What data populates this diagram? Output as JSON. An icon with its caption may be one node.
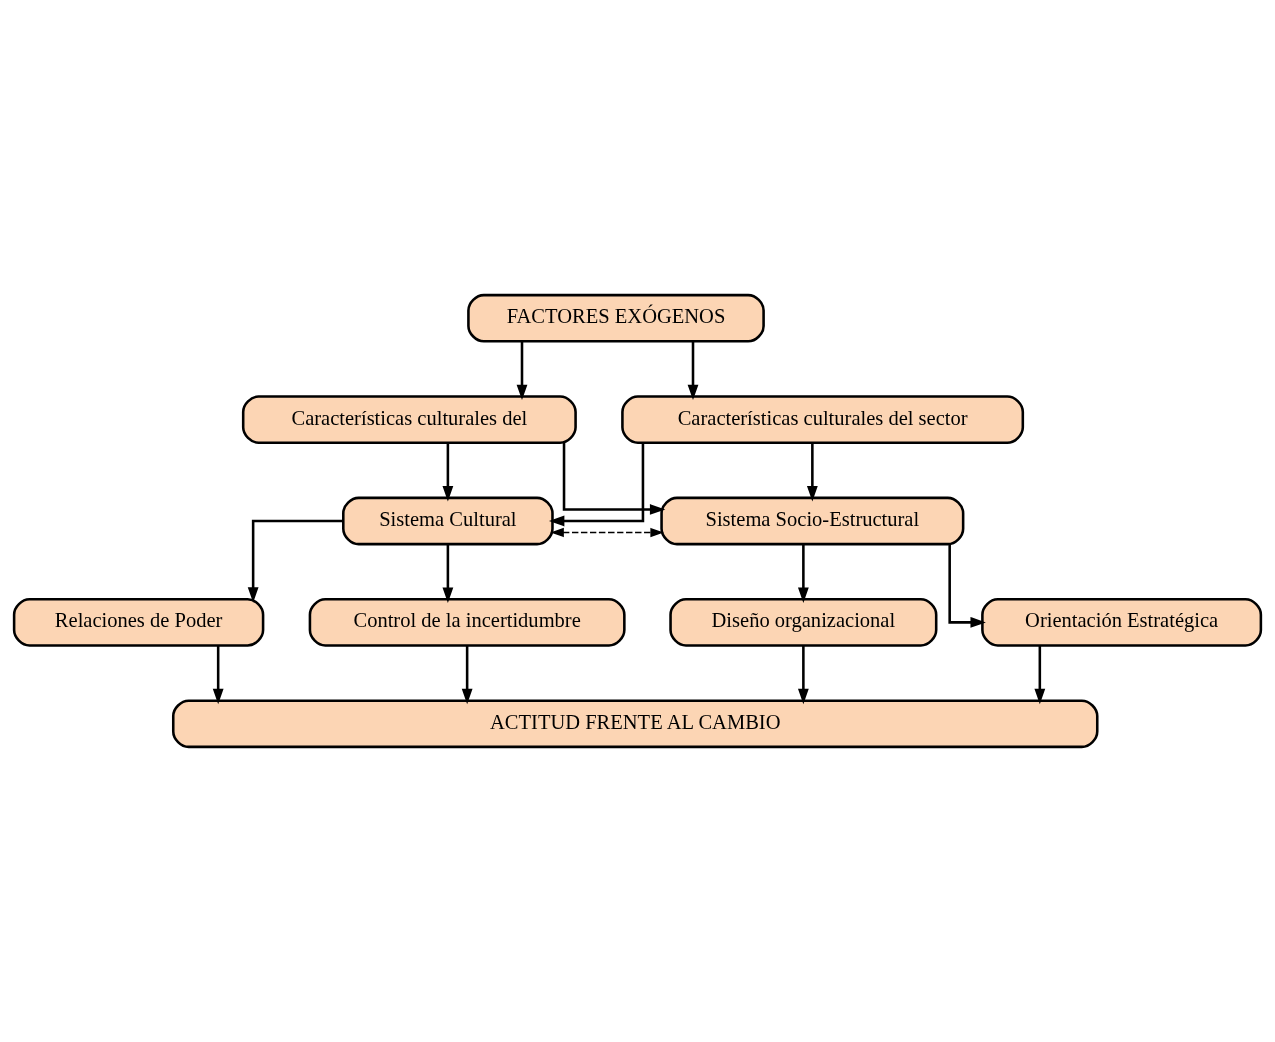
{
  "diagram": {
    "nodes": [
      {
        "text": [
          "FACTORES EXÓGENOS"
        ]
      },
      {
        "text": [
          "Características culturales del"
        ]
      },
      {
        "text": [
          "Características culturales del sector"
        ]
      },
      {
        "text": [
          "Sistema Cultural"
        ]
      },
      {
        "text": [
          "Sistema Socio-Estructural"
        ]
      },
      {
        "text": [
          "Relaciones de Poder"
        ]
      },
      {
        "text": [
          "Control de la incertidumbre"
        ]
      },
      {
        "text": [
          "Diseño organizacional"
        ]
      },
      {
        "text": [
          "Orientación Estratégica"
        ]
      },
      {
        "text": [
          "ACTITUD FRENTE AL CAMBIO"
        ]
      }
    ],
    "edges": [
      {
        "from": 0,
        "to": 1,
        "arrow": "to"
      },
      {
        "from": 0,
        "to": 2,
        "arrow": "to"
      },
      {
        "from": 1,
        "to": 3,
        "arrow": "to"
      },
      {
        "from": 1,
        "to": 4,
        "arrow": "to"
      },
      {
        "from": 2,
        "to": 3,
        "arrow": "to"
      },
      {
        "from": 2,
        "to": 4,
        "arrow": "to"
      },
      {
        "from": 3,
        "to": 4,
        "arrow": "both",
        "style": "dashed"
      },
      {
        "from": 3,
        "to": 5,
        "arrow": "to"
      },
      {
        "from": 3,
        "to": 6,
        "arrow": "to"
      },
      {
        "from": 4,
        "to": 7,
        "arrow": "to"
      },
      {
        "from": 4,
        "to": 8,
        "arrow": "to"
      },
      {
        "from": 5,
        "to": 9,
        "arrow": "to"
      },
      {
        "from": 6,
        "to": 9,
        "arrow": "to"
      },
      {
        "from": 7,
        "to": 9,
        "arrow": "to"
      },
      {
        "from": 8,
        "to": 9,
        "arrow": "to"
      }
    ]
  }
}
